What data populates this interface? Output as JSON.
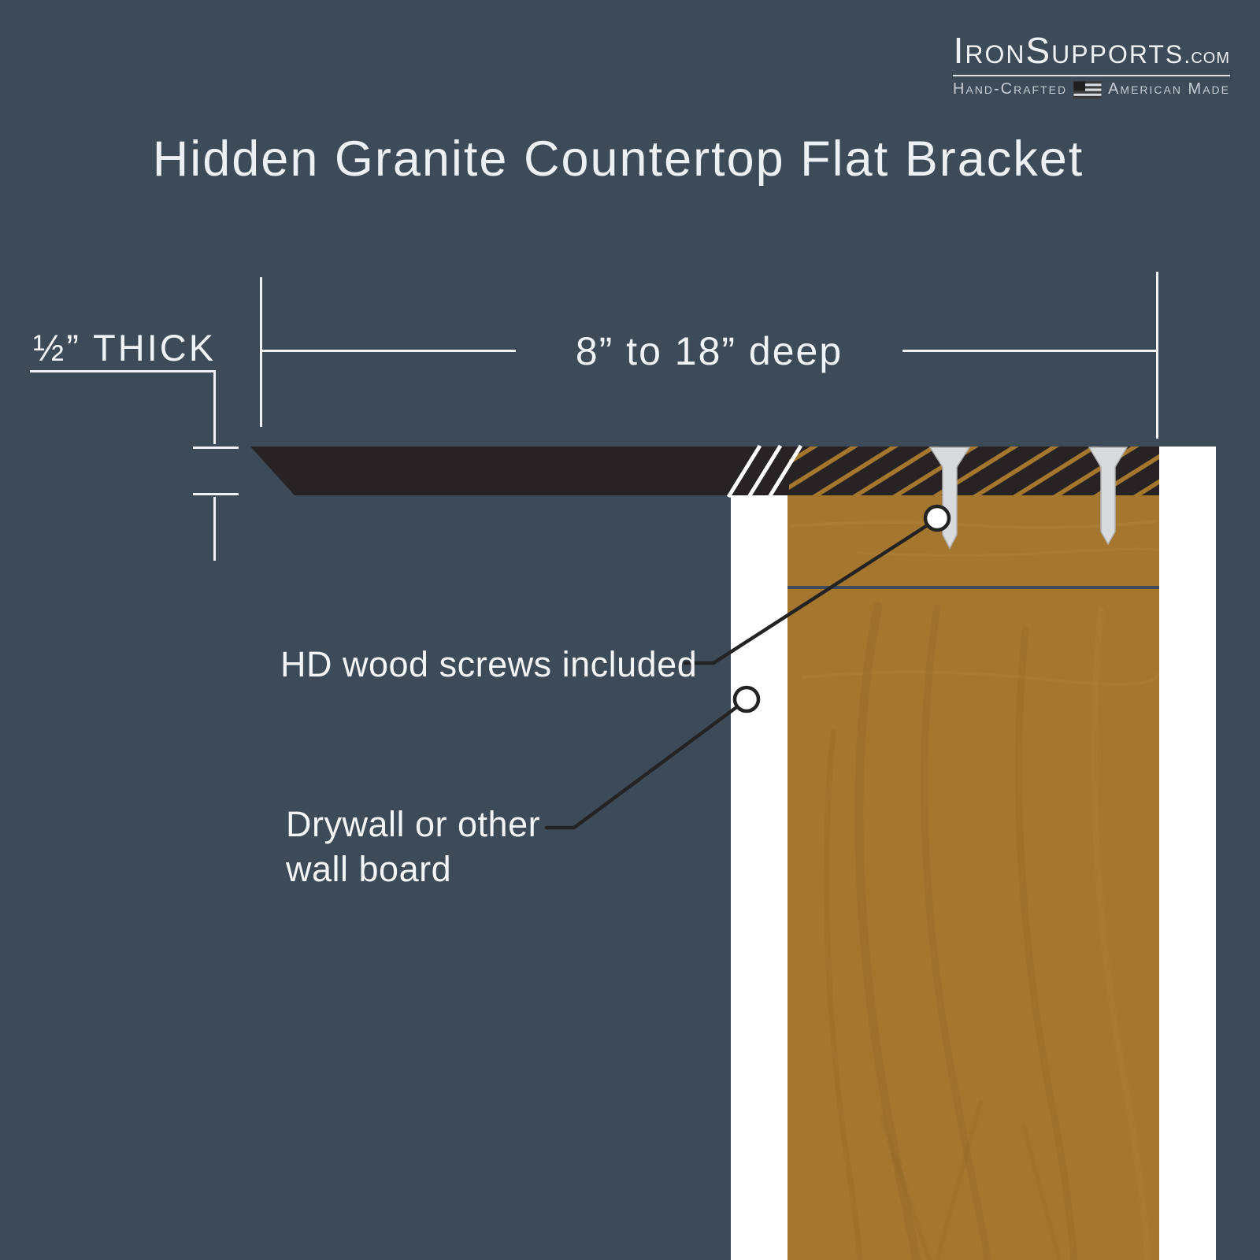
{
  "logo": {
    "brand": "IronSupports",
    "brand_suffix": ".com",
    "tagline_left": "Hand-Crafted",
    "tagline_right": "American Made"
  },
  "title": "Hidden Granite Countertop Flat Bracket",
  "dimensions": {
    "thickness": "½” THICK",
    "depth": "8” to 18” deep"
  },
  "callouts": {
    "screws": "HD wood screws included",
    "drywall_line1": "Drywall or other",
    "drywall_line2": "wall board"
  },
  "colors": {
    "background": "#3d4a58",
    "bracket_black": "#272324",
    "wood": "#a5762e",
    "wood_grain_dark": "#8f6827",
    "wood_grain_light": "#b3853c",
    "stud_joint_line": "#3f4b5b",
    "drywall_white": "#ffffff",
    "screw_gray": "#d9dadb",
    "leader_black": "#232323",
    "dimension_white": "#f0f3f5",
    "text_white": "#edf0f2",
    "tagline_gray": "#c7cdd3"
  }
}
